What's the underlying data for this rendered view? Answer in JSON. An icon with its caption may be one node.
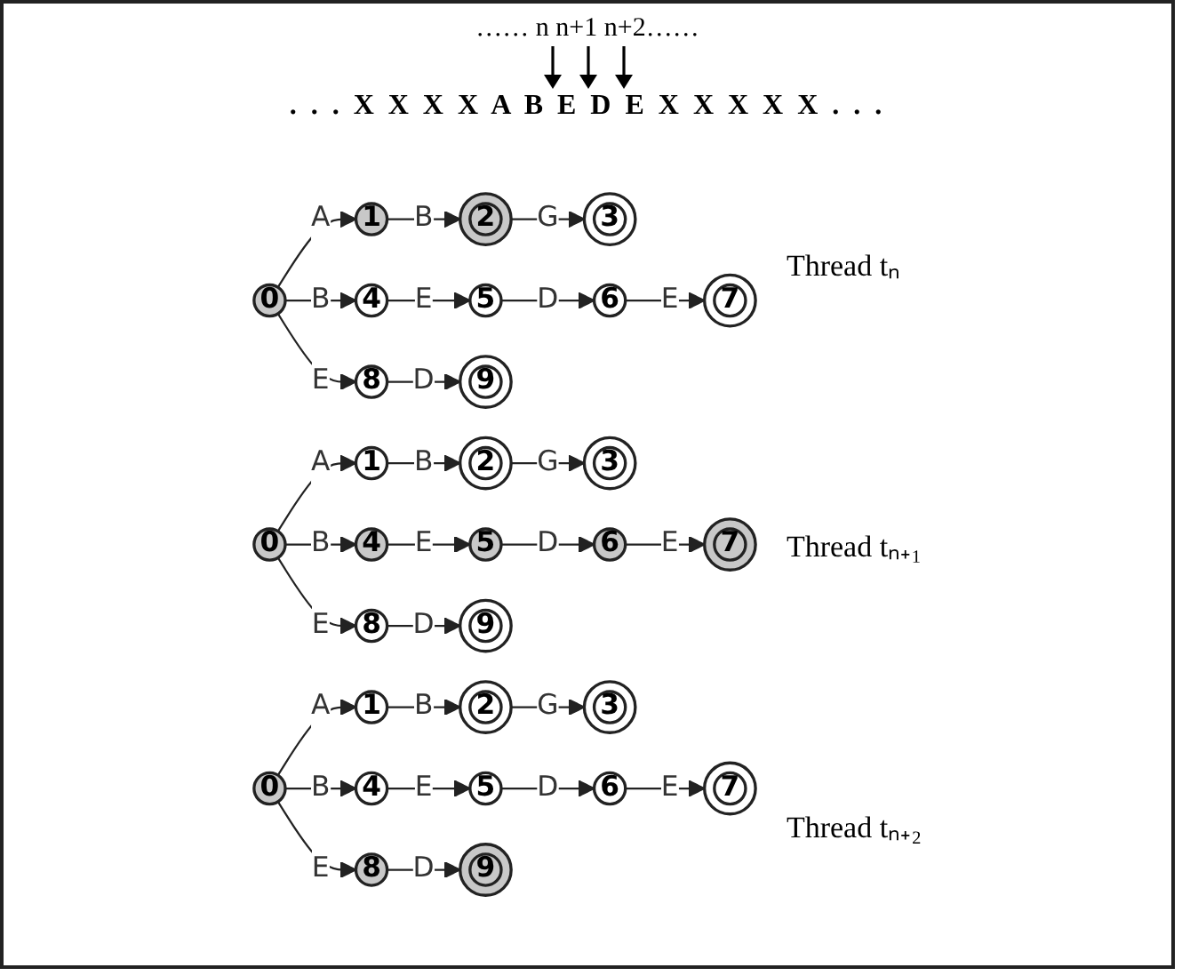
{
  "diagram": {
    "nodes": [
      {
        "text": [
          "0"
        ]
      },
      {
        "text": [
          "1"
        ]
      },
      {
        "text": [
          "2"
        ]
      },
      {
        "text": [
          "3"
        ]
      },
      {
        "text": [
          "4"
        ]
      },
      {
        "text": [
          "5"
        ]
      },
      {
        "text": [
          "6"
        ]
      },
      {
        "text": [
          "7"
        ]
      },
      {
        "text": [
          "8"
        ]
      },
      {
        "text": [
          "9"
        ]
      },
      {
        "text": [
          "0"
        ]
      },
      {
        "text": [
          "1"
        ]
      },
      {
        "text": [
          "2"
        ]
      },
      {
        "text": [
          "3"
        ]
      },
      {
        "text": [
          "4"
        ]
      },
      {
        "text": [
          "5"
        ]
      },
      {
        "text": [
          "6"
        ]
      },
      {
        "text": [
          "7"
        ]
      },
      {
        "text": [
          "8"
        ]
      },
      {
        "text": [
          "9"
        ]
      },
      {
        "text": [
          "0"
        ]
      },
      {
        "text": [
          "1"
        ]
      },
      {
        "text": [
          "2"
        ]
      },
      {
        "text": [
          "3"
        ]
      },
      {
        "text": [
          "4"
        ]
      },
      {
        "text": [
          "5"
        ]
      },
      {
        "text": [
          "6"
        ]
      },
      {
        "text": [
          "7"
        ]
      },
      {
        "text": [
          "8"
        ]
      },
      {
        "text": [
          "9"
        ]
      }
    ],
    "edges": [
      {
        "from": 0,
        "to": 1,
        "arrow": "to",
        "label": "A"
      },
      {
        "from": 1,
        "to": 2,
        "arrow": "to",
        "label": "B"
      },
      {
        "from": 2,
        "to": 3,
        "arrow": "to",
        "label": "G"
      },
      {
        "from": 0,
        "to": 4,
        "arrow": "to",
        "label": "B"
      },
      {
        "from": 4,
        "to": 5,
        "arrow": "to",
        "label": "E"
      },
      {
        "from": 5,
        "to": 6,
        "arrow": "to",
        "label": "D"
      },
      {
        "from": 6,
        "to": 7,
        "arrow": "to",
        "label": "E"
      },
      {
        "from": 0,
        "to": 8,
        "arrow": "to",
        "label": "E"
      },
      {
        "from": 8,
        "to": 9,
        "arrow": "to",
        "label": "D"
      },
      {
        "from": 10,
        "to": 11,
        "arrow": "to",
        "label": "A"
      },
      {
        "from": 11,
        "to": 12,
        "arrow": "to",
        "label": "B"
      },
      {
        "from": 12,
        "to": 13,
        "arrow": "to",
        "label": "G"
      },
      {
        "from": 10,
        "to": 14,
        "arrow": "to",
        "label": "B"
      },
      {
        "from": 14,
        "to": 15,
        "arrow": "to",
        "label": "E"
      },
      {
        "from": 15,
        "to": 16,
        "arrow": "to",
        "label": "D"
      },
      {
        "from": 16,
        "to": 17,
        "arrow": "to",
        "label": "E"
      },
      {
        "from": 10,
        "to": 18,
        "arrow": "to",
        "label": "E"
      },
      {
        "from": 18,
        "to": 19,
        "arrow": "to",
        "label": "D"
      },
      {
        "from": 20,
        "to": 21,
        "arrow": "to",
        "label": "A"
      },
      {
        "from": 21,
        "to": 22,
        "arrow": "to",
        "label": "B"
      },
      {
        "from": 22,
        "to": 23,
        "arrow": "to",
        "label": "G"
      },
      {
        "from": 20,
        "to": 24,
        "arrow": "to",
        "label": "B"
      },
      {
        "from": 24,
        "to": 25,
        "arrow": "to",
        "label": "E"
      },
      {
        "from": 25,
        "to": 26,
        "arrow": "to",
        "label": "D"
      },
      {
        "from": 26,
        "to": 27,
        "arrow": "to",
        "label": "E"
      },
      {
        "from": 20,
        "to": 28,
        "arrow": "to",
        "label": "E"
      },
      {
        "from": 28,
        "to": 29,
        "arrow": "to",
        "label": "D"
      }
    ],
    "labels": [
      "…… n n+1 n+2……",
      ". . . X X X X A B E D E X X X X X . . .",
      "Thread tₙ",
      "Thread tₙ₊₁",
      "Thread tₙ₊₂"
    ]
  }
}
